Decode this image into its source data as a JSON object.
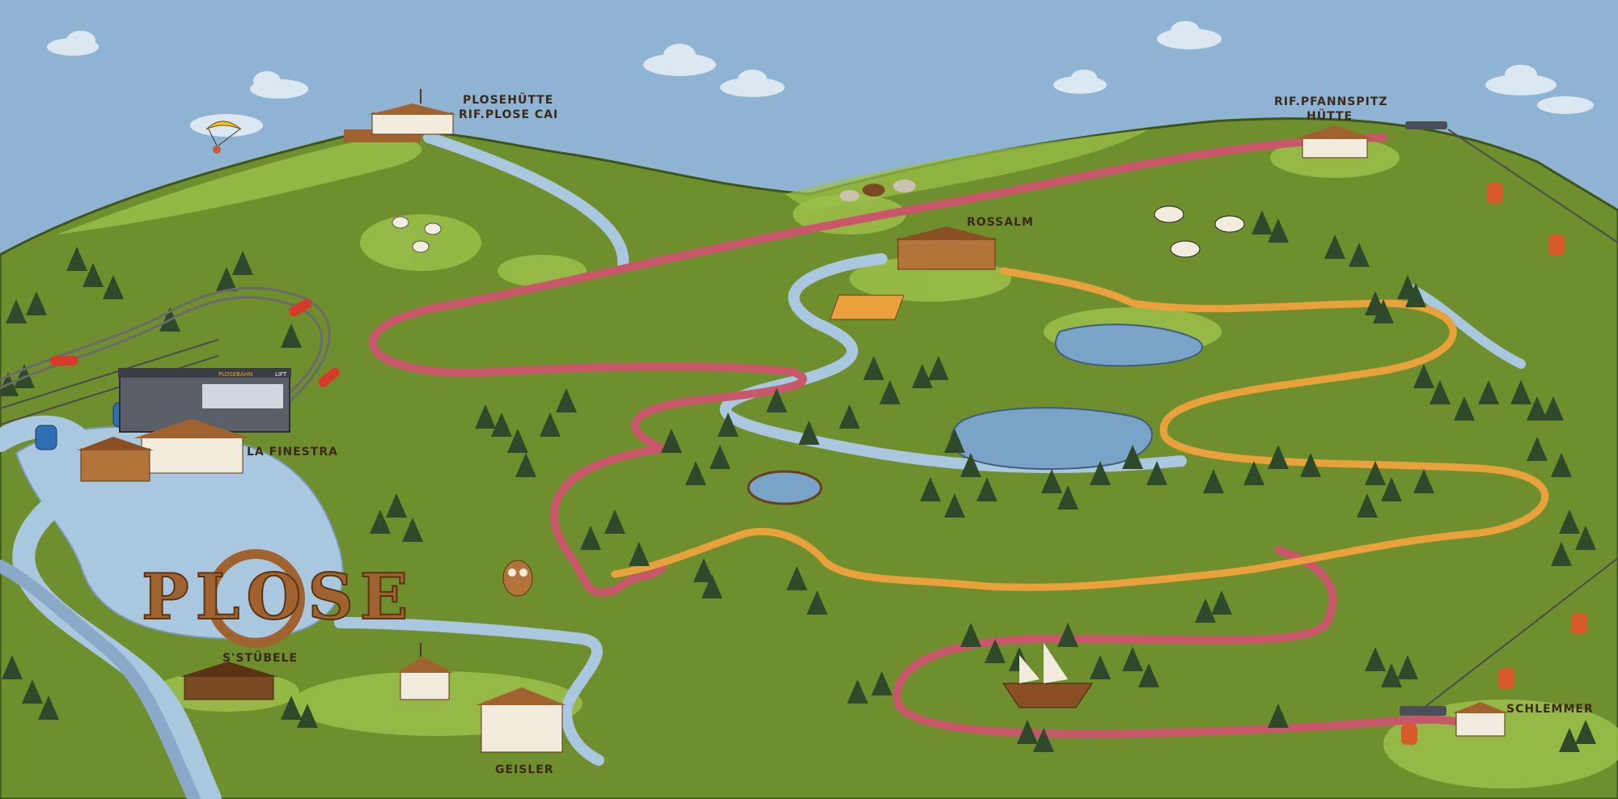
{
  "map": {
    "brand_word": "PLOSE",
    "labels": {
      "plosehutte_line1": "PLOSEHÜTTE",
      "plosehutte_line2": "RIF.PLOSE CAI",
      "pfannspitz_line1": "RIF.PFANNSPITZ",
      "pfannspitz_line2": "HÜTTE",
      "rossalm": "ROSSALM",
      "la_finestra": "LA FINESTRA",
      "stubele": "S'STÜBELE",
      "geisler": "GEISLER",
      "schlemmer": "SCHLEMMER"
    },
    "station_sign": {
      "name": "PLOSEBAHN",
      "lift": "LIFT"
    },
    "colors": {
      "sky": "#8fb3d3",
      "grass": "#6f8f2e",
      "grass_light": "#9cc04a",
      "river": "#a9c8e0",
      "trail_pink": "#c9576a",
      "trail_orange": "#e9a23b",
      "tree": "#2f4a2a",
      "wood": "#a0632f"
    }
  }
}
